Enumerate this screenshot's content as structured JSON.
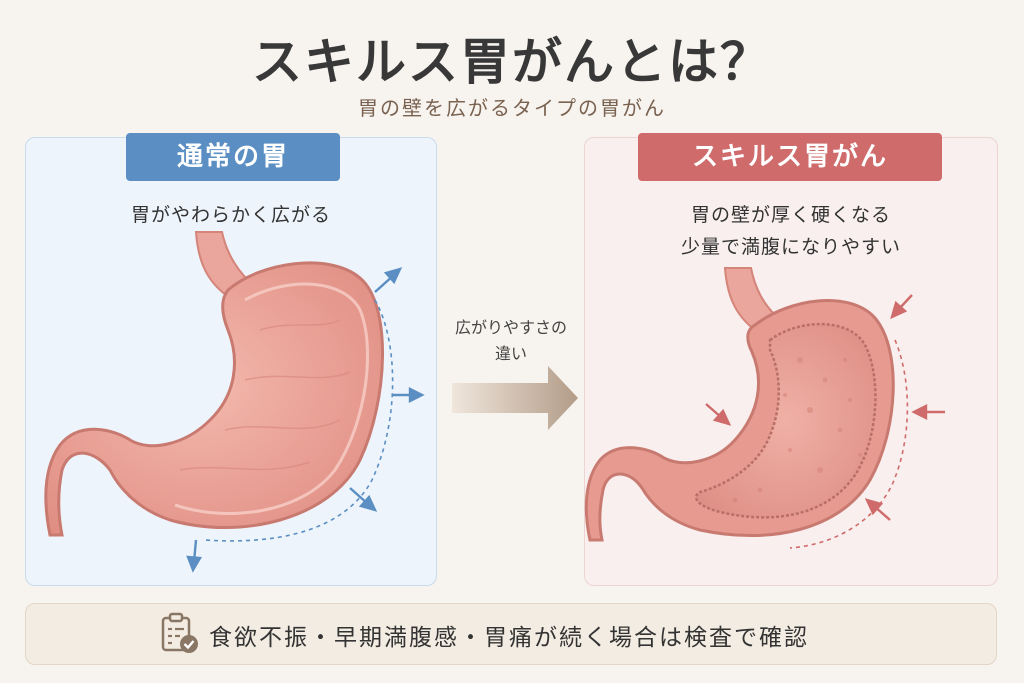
{
  "header": {
    "title": "スキルス胃がんとは？",
    "subtitle": "胃の壁を広がるタイプの胃がん"
  },
  "normal": {
    "tag": "通常の胃",
    "desc": "胃がやわらかく広がる"
  },
  "scirrhous": {
    "tag": "スキルス胃がん",
    "desc_line1": "胃の壁が厚く硬くなる",
    "desc_line2": "少量で満腹になりやすい"
  },
  "middle": {
    "label_line1": "広がりやすさの",
    "label_line2": "違い"
  },
  "footer": {
    "text": "食欲不振・早期満腹感・胃痛が続く場合は検査で確認",
    "icon": "clipboard-check-icon"
  },
  "colors": {
    "blue_accent": "#5b8fc3",
    "red_accent": "#cf6b6b",
    "stomach": "#eba399",
    "arrow_brown": "#b8a392"
  }
}
